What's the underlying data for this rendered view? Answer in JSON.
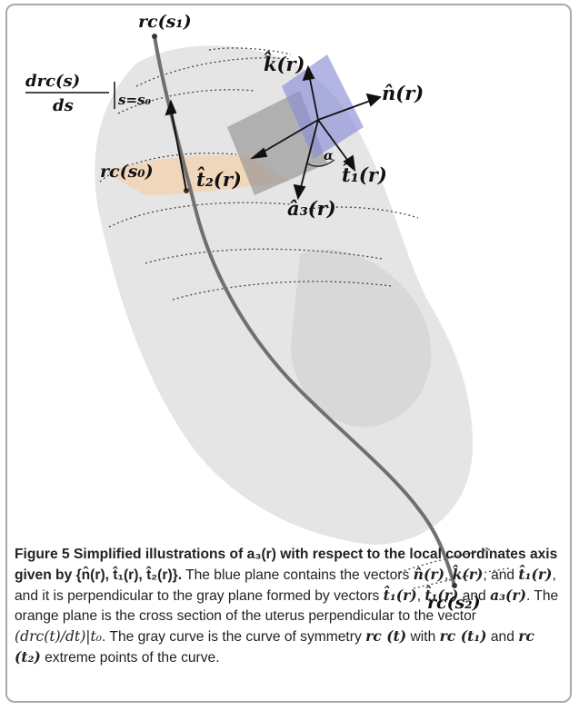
{
  "figure": {
    "labels": {
      "rc_s1": "rc(s₁)",
      "rc_s2": "rc(s₂)",
      "rc_s0": "rc(s₀)",
      "deriv_num": "drc(s)",
      "deriv_den": "ds",
      "deriv_eval": "s=s₀",
      "k_hat": "k̂(r)",
      "n_hat": "n̂(r)",
      "t1_hat": "t̂₁(r)",
      "t2_hat": "t̂₂(r)",
      "a3_hat": "â₃(r)",
      "alpha": "α"
    },
    "colors": {
      "blue_plane": "#8a8fd6",
      "gray_plane": "#8c8c8c",
      "orange_plane": "#f2d4b4",
      "curve": "#707070",
      "silhouette": "#dcdcdc"
    }
  },
  "caption": {
    "label": "Figure 5",
    "title": "Simplified illustrations of a₃(r) with respect to the local coordinates axis given by {n̂(r), t̂₁(r), t̂₂(r)}.",
    "s1": "The blue plane contains the vectors ",
    "v1": "n̂(r)",
    "s2": ", ",
    "v2": "k̂(r)",
    "s3": ", and ",
    "v3": "t̂₁(r)",
    "s4": ", and it is perpendicular to the gray plane formed by vectors ",
    "v4": "t̂₁(r)",
    "s5": ", ",
    "v5": "t̂₁(r)",
    "s6": " and ",
    "v6": "a₃(r)",
    "s7": ". The orange plane is the cross section of the uterus perpendicular to the vector ",
    "v7": "(drc(t)/dt)|t₀",
    "s8": ". The gray  curve is the curve of symmetry ",
    "v8": "rc (t)",
    "s9": " with ",
    "v9": "rc (t₁)",
    "s10": " and ",
    "v10": "rc (t₂)",
    "s11": " extreme points of the curve."
  }
}
